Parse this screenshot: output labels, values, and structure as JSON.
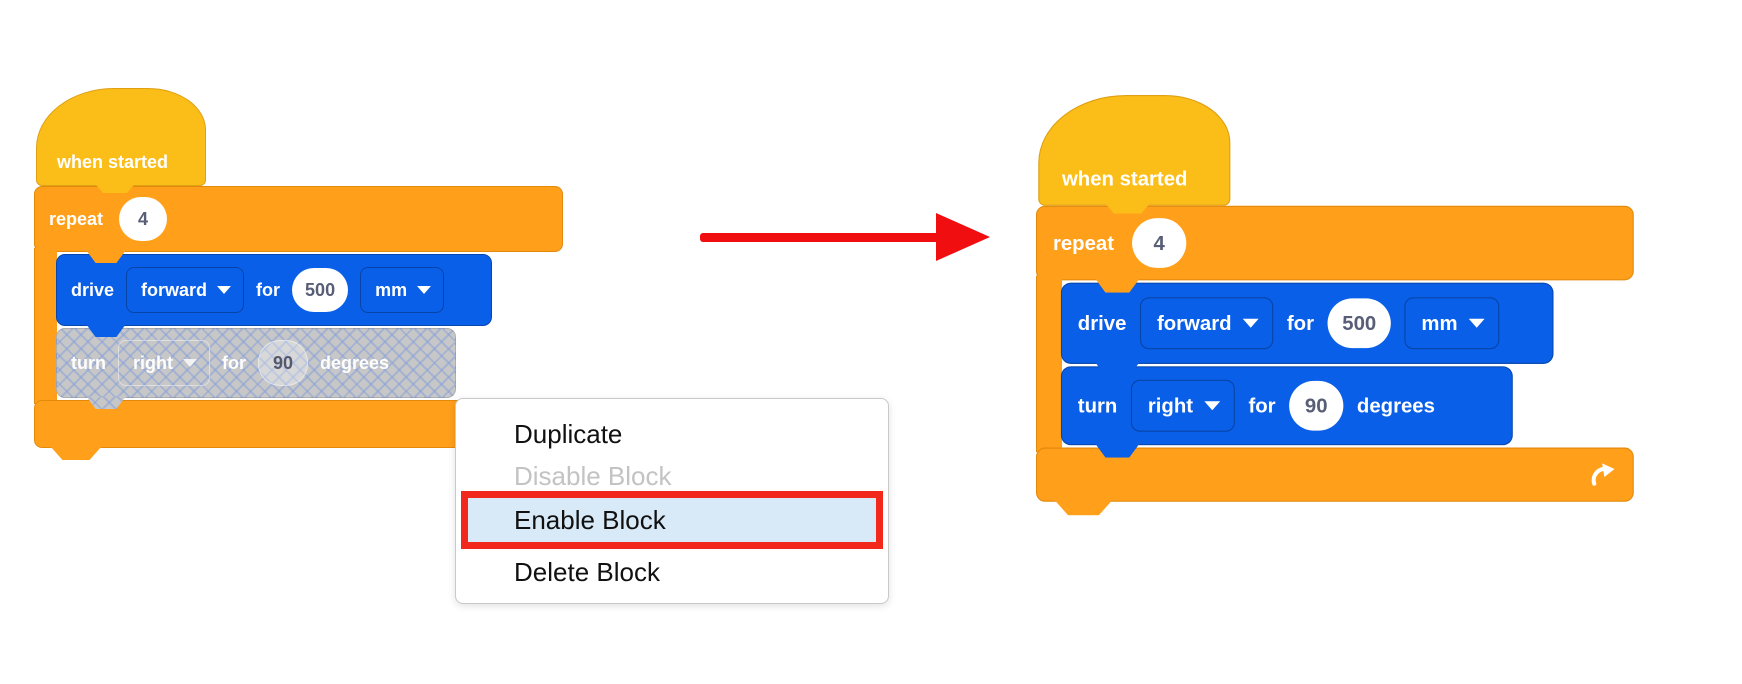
{
  "stacks": {
    "left": {
      "when_started": "when started",
      "repeat_label": "repeat",
      "repeat_count": "4",
      "drive_label": "drive",
      "drive_direction": "forward",
      "drive_for": "for",
      "drive_value": "500",
      "drive_unit": "mm",
      "turn_label": "turn",
      "turn_direction": "right",
      "turn_for": "for",
      "turn_value": "90",
      "turn_unit": "degrees",
      "turn_state": "disabled"
    },
    "right": {
      "when_started": "when started",
      "repeat_label": "repeat",
      "repeat_count": "4",
      "drive_label": "drive",
      "drive_direction": "forward",
      "drive_for": "for",
      "drive_value": "500",
      "drive_unit": "mm",
      "turn_label": "turn",
      "turn_direction": "right",
      "turn_for": "for",
      "turn_value": "90",
      "turn_unit": "degrees",
      "turn_state": "enabled"
    }
  },
  "context_menu": {
    "items": [
      {
        "label": "Duplicate",
        "state": "normal"
      },
      {
        "label": "Disable Block",
        "state": "disabled"
      },
      {
        "label": "Enable Block",
        "state": "highlighted-red-outline"
      },
      {
        "label": "Delete Block",
        "state": "normal"
      }
    ]
  },
  "annotations": {
    "arrow": "red arrow pointing from left stack to right stack"
  },
  "icons": {
    "dropdown_caret": "caret-down",
    "repeat_loop": "loop-arrow"
  },
  "colors": {
    "hat_yellow": "#FBBD18",
    "control_orange": "#FF9F1A",
    "drive_blue": "#0A5FE8",
    "disabled_gray": "#C7C7C7",
    "disabled_hatch": "#89A1D8",
    "value_text": "#575E75",
    "menu_highlight_bg": "#D8E9F7",
    "highlight_red": "#F3281D",
    "arrow_red": "#F10E10"
  }
}
